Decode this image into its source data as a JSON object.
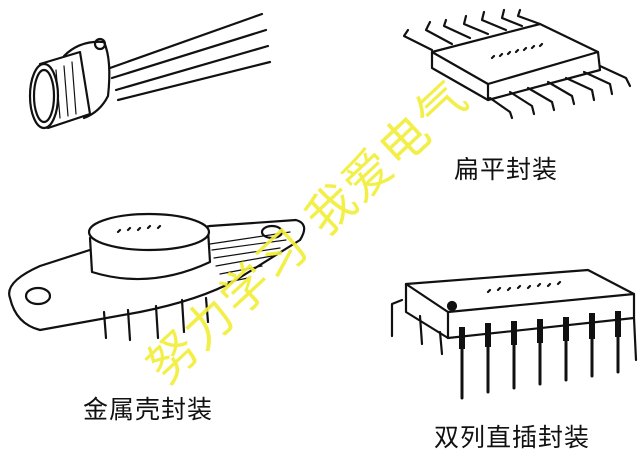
{
  "labels": {
    "flat_package": "扁平封装",
    "metal_can_package": "金属壳封装",
    "dip_package": "双列直插封装"
  },
  "watermark": {
    "text": "努力学习 我爱电气",
    "color": "#f2ee3a"
  }
}
